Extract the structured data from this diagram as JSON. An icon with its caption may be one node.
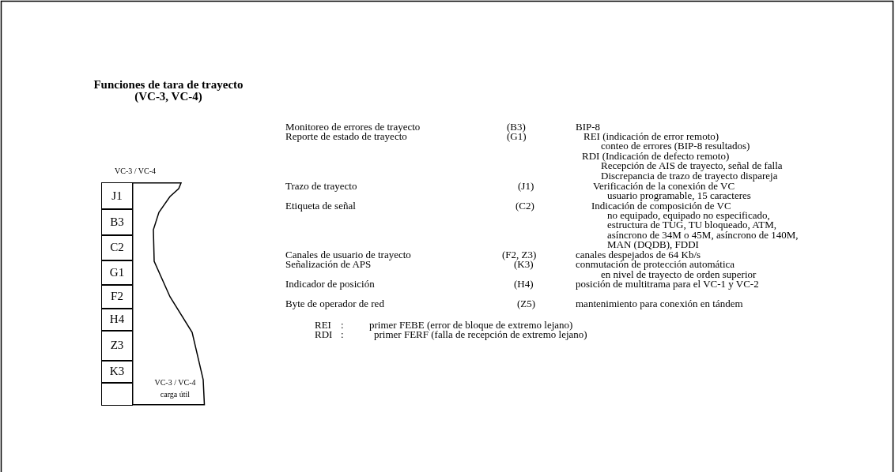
{
  "diagram": {
    "title": "Funciones de tara de trayecto (VC-3, VC-4)",
    "nodes": [
      {
        "text": [
          "J1"
        ]
      },
      {
        "text": [
          "B3"
        ]
      },
      {
        "text": [
          "C2"
        ]
      },
      {
        "text": [
          "G1"
        ]
      },
      {
        "text": [
          "F2"
        ]
      },
      {
        "text": [
          "H4"
        ]
      },
      {
        "text": [
          "Z3"
        ]
      },
      {
        "text": [
          "K3"
        ]
      },
      {
        "text": [],
        "shape": "box"
      },
      {
        "text": [
          "VC-3 / VC-4 carga útil"
        ]
      }
    ],
    "labels": [
      "VC-3 / VC-4",
      "Monitoreo de errores de trayecto",
      "(B3)",
      "BIP-8",
      "Reporte de estado de trayecto",
      "(G1)",
      "REI (indicación de error remoto)",
      "conteo de errores (BIP-8 resultados)",
      "RDI (Indicación de defecto remoto)",
      "Recepción de AIS de trayecto, señal de falla",
      "Discrepancia de trazo de trayecto dispareja",
      "Trazo de trayecto",
      "(J1)",
      "Verificación de la conexión de VC",
      "usuario programable, 15 caracteres",
      "Etiqueta de señal",
      "(C2)",
      "Indicación de composición de VC",
      "no equipado, equipado no especificado,",
      "estructura de TUG, TU bloqueado, ATM,",
      "asíncrono de 34M o 45M, asíncrono de 140M,",
      "MAN (DQDB), FDDI",
      "Canales de usuario de trayecto",
      "(F2, Z3)",
      "canales despejados de 64 Kb/s",
      "Señalización de APS",
      "(K3)",
      "conmutación de protección automática",
      "en nivel de trayecto de orden superior",
      "Indicador de posición",
      "(H4)",
      "posición de multitrama para el VC-1 y VC-2",
      "Byte de operador de red",
      "(Z5)",
      "mantenimiento para conexión en tándem",
      "REI",
      ":",
      "primer FEBE (error de bloque de extremo lejano)",
      "RDI",
      ":",
      "primer FERF (falla de recepción de extremo lejano)"
    ]
  }
}
